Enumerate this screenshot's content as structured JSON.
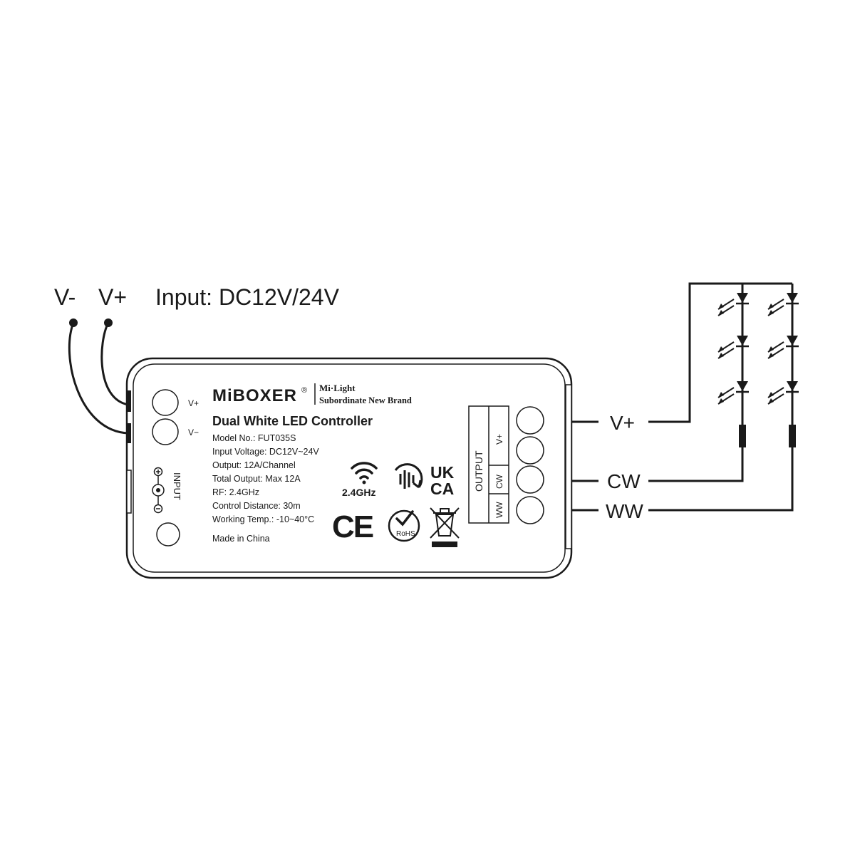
{
  "input": {
    "v_minus": "V-",
    "v_plus": "V+",
    "title": "Input: DC12V/24V"
  },
  "device": {
    "brand": "MiBOXER",
    "registered": "®",
    "subbrand_name": "Mi·Light",
    "subbrand_tagline": "Subordinate New Brand",
    "product_title": "Dual White LED Controller",
    "specs": [
      "Model No.: FUT035S",
      "Input Voltage: DC12V~24V",
      "Output: 12A/Channel",
      "Total Output: Max 12A",
      "RF: 2.4GHz",
      "Control Distance: 30m",
      "Working Temp.: -10~40°C"
    ],
    "made_in": "Made in China",
    "input_terminals": {
      "vplus": "V+",
      "vminus": "V−",
      "section_label": "INPUT"
    },
    "output_table": {
      "header": "OUTPUT",
      "cells": [
        "V+",
        "CW",
        "WW"
      ]
    },
    "rf_label": "2.4GHz",
    "ukca_top": "UK",
    "ukca_bottom": "CA",
    "ce_mark": "CE",
    "rohs": "RoHS"
  },
  "outputs": {
    "vplus": "V+",
    "cw": "CW",
    "ww": "WW"
  },
  "icons": [
    "wifi-icon",
    "rf-certification-icon",
    "ukca-mark",
    "ce-mark",
    "rohs-icon",
    "weee-bin-icon",
    "dc-polarity-icon",
    "led-diode-icon",
    "resistor-icon"
  ],
  "colors": {
    "ink": "#1a1a1a",
    "background": "#ffffff"
  }
}
